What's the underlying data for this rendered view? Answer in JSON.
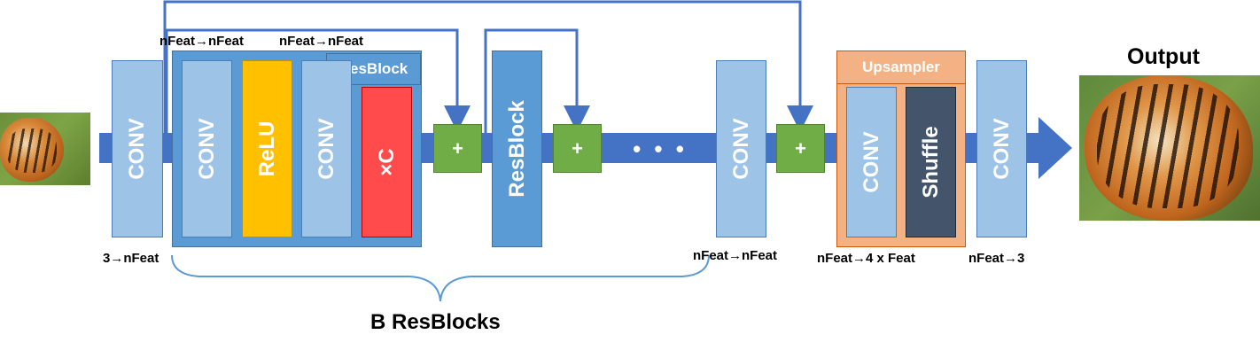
{
  "blocks": {
    "conv": "CONV",
    "relu": "ReLU",
    "multiply": "×C",
    "resblock": "ResBlock",
    "resblock_label": "ResBlock",
    "plus": "+",
    "dots": "• • •",
    "upsampler": "Upsampler",
    "shuffle": "Shuffle"
  },
  "labels": {
    "first_conv": "3→nFeat",
    "res_conv1": "nFeat→nFeat",
    "res_conv2": "nFeat→nFeat",
    "last_body_conv": "nFeat→nFeat",
    "upsampler_conv": "nFeat→4 x Feat",
    "final_conv": "nFeat→3",
    "brace": "B ResBlocks",
    "output": "Output"
  },
  "colors": {
    "trunk": "#4472c4",
    "conv": "#9dc3e6",
    "resblock_bg": "#5b9bd5",
    "relu": "#ffc000",
    "multiply": "#ff4b4b",
    "plus": "#70ad47",
    "upsampler": "#f4b183",
    "shuffle": "#44546a"
  }
}
